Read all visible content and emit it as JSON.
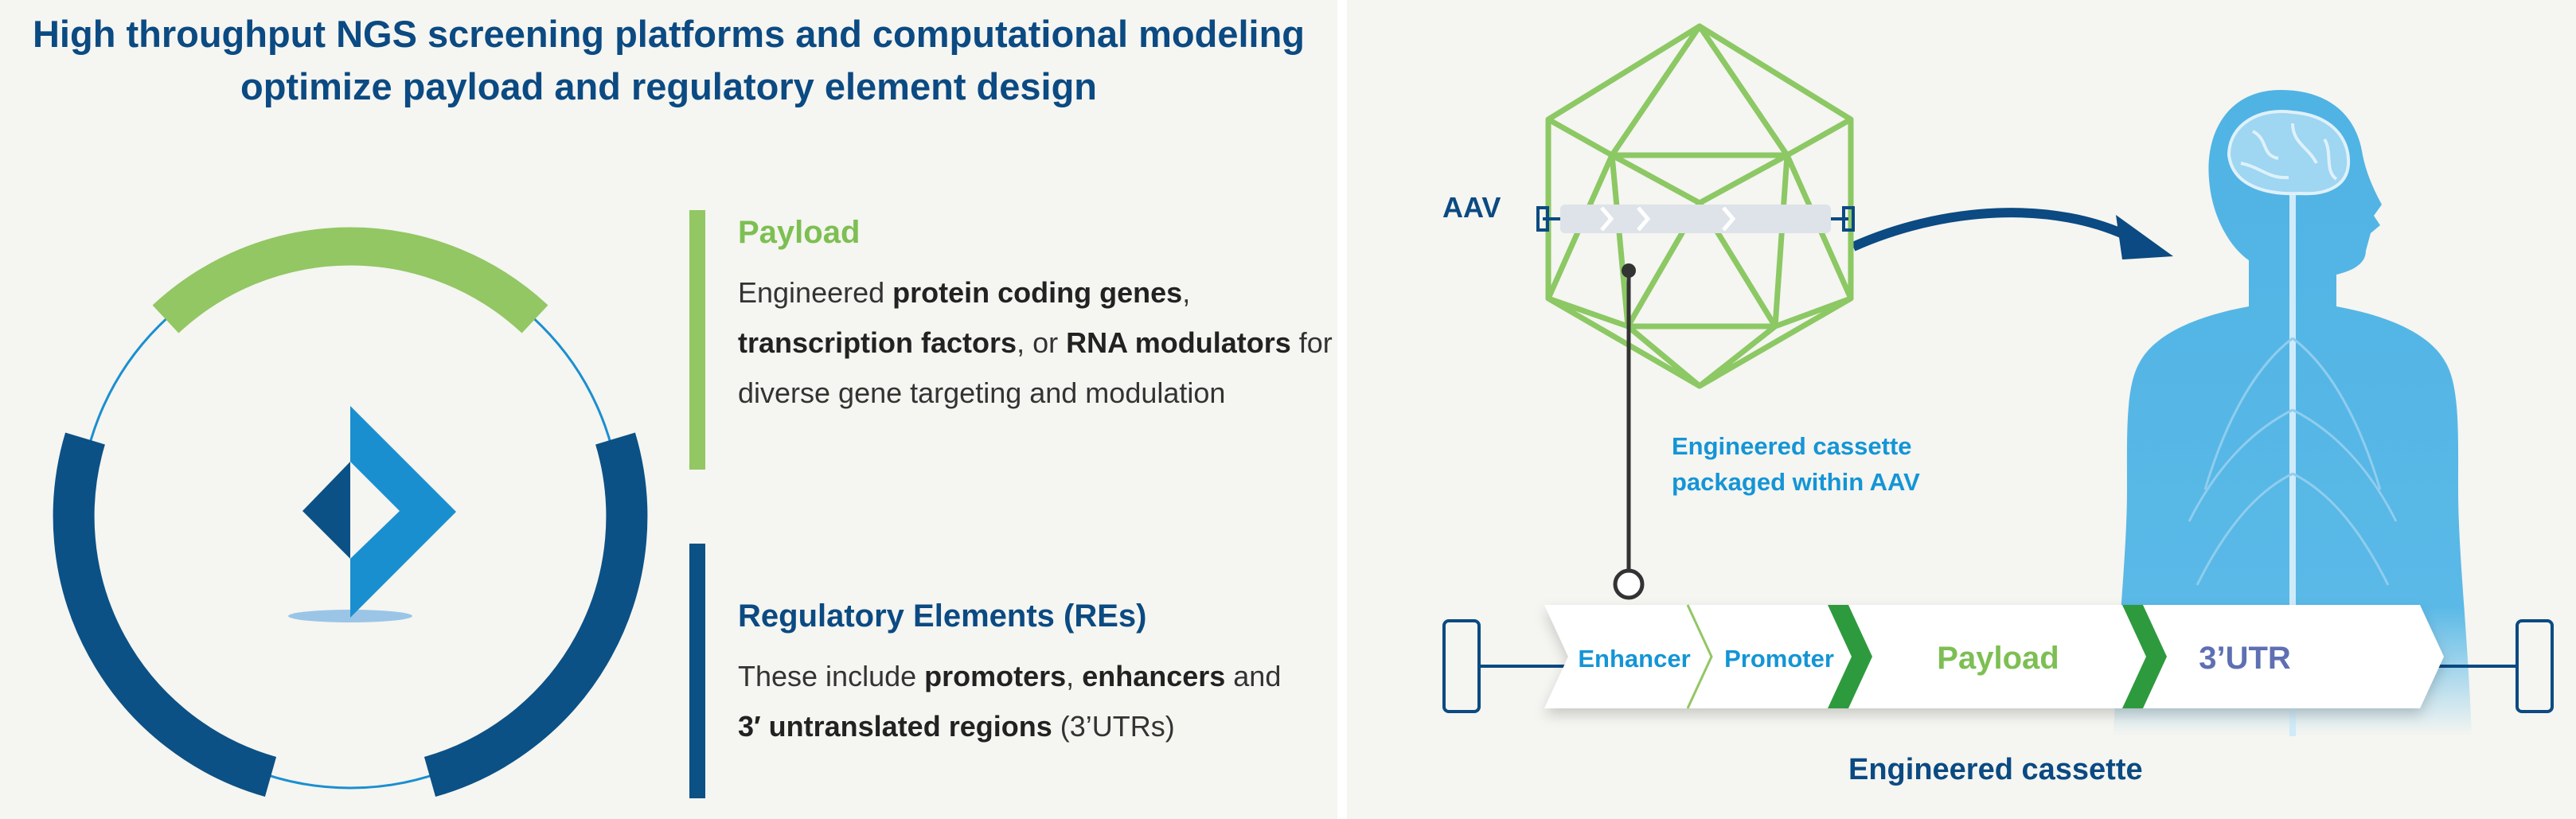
{
  "title": "High throughput NGS screening platforms and computational modeling optimize payload and regulatory element design",
  "payload": {
    "heading": "Payload",
    "text_before": "Engineered ",
    "bold_1": "protein coding genes",
    "text_mid_1": ", ",
    "bold_2": "transcription factors",
    "text_mid_2": ", or ",
    "bold_3": "RNA modulators",
    "text_after": " for diverse gene targeting and modulation"
  },
  "regulatory": {
    "heading": "Regulatory Elements (REs)",
    "text_before": "These include ",
    "bold_1": "promoters",
    "text_mid_1": ", ",
    "bold_2": "enhancers",
    "text_mid_2": " and ",
    "bold_3": "3′ untranslated regions",
    "text_after": " (3’UTRs)"
  },
  "diagram": {
    "aav_label": "AAV",
    "cassette_note": "Engineered cassette packaged within AAV",
    "cassette_caption": "Engineered cassette",
    "segments": {
      "enhancer": "Enhancer",
      "promoter": "Promoter",
      "payload": "Payload",
      "utr": "3’UTR"
    }
  },
  "colors": {
    "navy": "#0b4a82",
    "dark_blue": "#0b5186",
    "sky_blue": "#1495d6",
    "light_green": "#92c764",
    "dark_green": "#2e9a3e",
    "purple": "#5f6fb3",
    "background": "#f5f5f1"
  },
  "icons": {
    "logo": "chevron-diamond-logo",
    "virus": "aav-capsid-icon",
    "human": "human-silhouette-icon",
    "arrow": "curved-arrow-icon"
  }
}
